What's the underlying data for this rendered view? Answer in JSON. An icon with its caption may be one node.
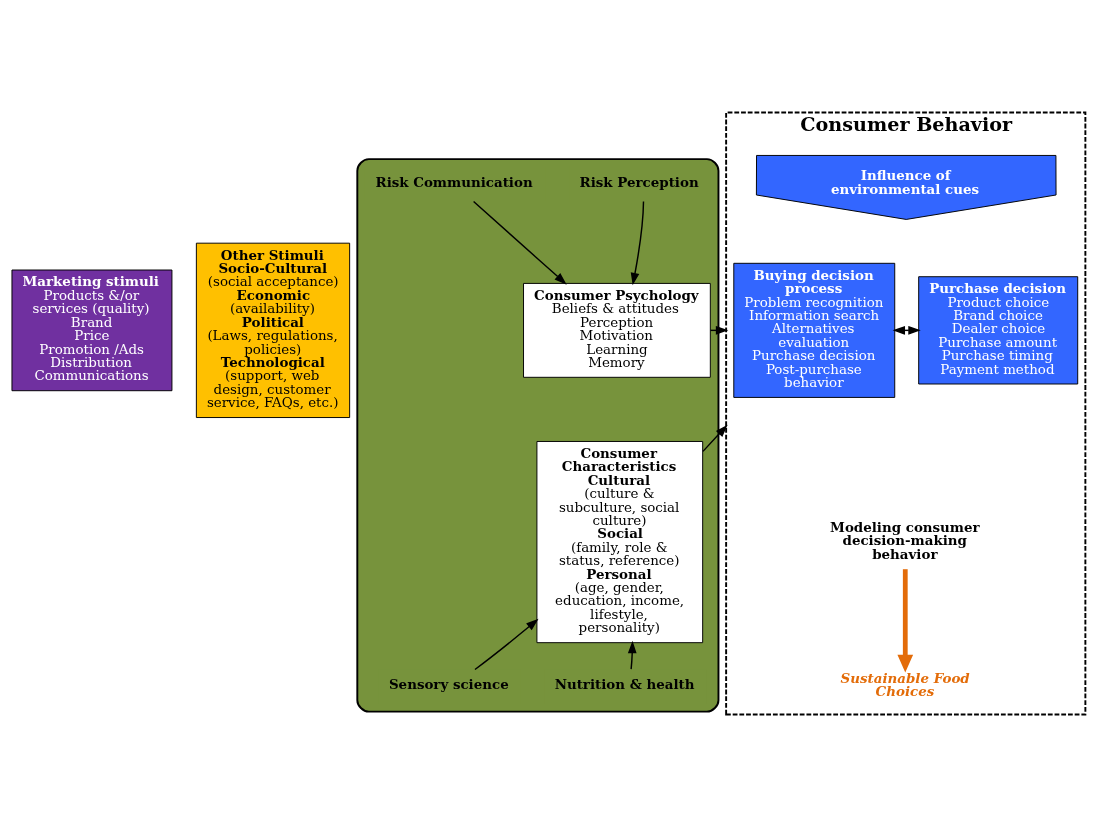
{
  "diagram": {
    "nodes": [
      {
        "text": [
          "Marketing stimuli",
          "Products &/or services (quality)",
          "Brand",
          "Price",
          "Promotion /Ads",
          "Distribution",
          "Communications"
        ]
      },
      {
        "text": [
          "Other Stimuli",
          "Socio-Cultural",
          "(social acceptance)",
          "Economic",
          "(availability)",
          "Political",
          "(Laws, regulations, policies)",
          "Technological",
          "(support, web design, customer service, FAQs, etc.)"
        ]
      },
      {
        "text": [],
        "shape": "box"
      },
      {
        "text": [
          "Risk Perception"
        ],
        "in": 2
      },
      {
        "text": [
          "Risk Communication"
        ],
        "in": 2
      },
      {
        "text": [
          "Consumer Psychology",
          "Beliefs & attitudes",
          "Perception",
          "Motivation",
          "Learning",
          "Memory"
        ],
        "in": 2
      },
      {
        "text": [
          "Consumer Characteristics",
          "Cultural",
          "(culture & subculture, social culture)",
          "Social",
          "(family, role & status, reference)",
          "Personal",
          "(age, gender, education, income, lifestyle, personality)"
        ],
        "in": 2
      },
      {
        "text": [
          "Sensory science"
        ],
        "in": 2
      },
      {
        "text": [
          "Nutrition & health"
        ],
        "in": 2
      },
      {
        "text": [
          "Consumer Behavior"
        ]
      },
      {
        "text": [
          "Influence of environmental cues"
        ],
        "in": 9
      },
      {
        "text": [
          "Buying decision process",
          "Problem recognition",
          "Information search",
          "Alternatives evaluation",
          "Purchase decision",
          "Post-purchase behavior"
        ],
        "in": 9
      },
      {
        "text": [
          "Purchase decision",
          "Product choice",
          "Brand choice",
          "Dealer choice",
          "Purchase amount",
          "Purchase timing",
          "Payment method"
        ],
        "in": 9
      },
      {
        "text": [
          "Modeling consumer decision-making behavior"
        ],
        "in": 9
      },
      {
        "text": [
          "Sustainable Food Choices"
        ],
        "in": 9
      }
    ],
    "edges": [
      {
        "from": 3,
        "to": 5,
        "arrow": "to"
      },
      {
        "from": 4,
        "to": 5,
        "arrow": "to"
      },
      {
        "from": 7,
        "to": 6,
        "arrow": "to"
      },
      {
        "from": 8,
        "to": 6,
        "arrow": "to"
      },
      {
        "from": 5,
        "to": 9,
        "arrow": "to"
      },
      {
        "from": 6,
        "to": 9,
        "arrow": "to"
      },
      {
        "from": 11,
        "to": 12,
        "arrow": "both"
      },
      {
        "from": 13,
        "to": 14,
        "arrow": "to",
        "style": "thick",
        "color": "#e36c09"
      }
    ]
  }
}
